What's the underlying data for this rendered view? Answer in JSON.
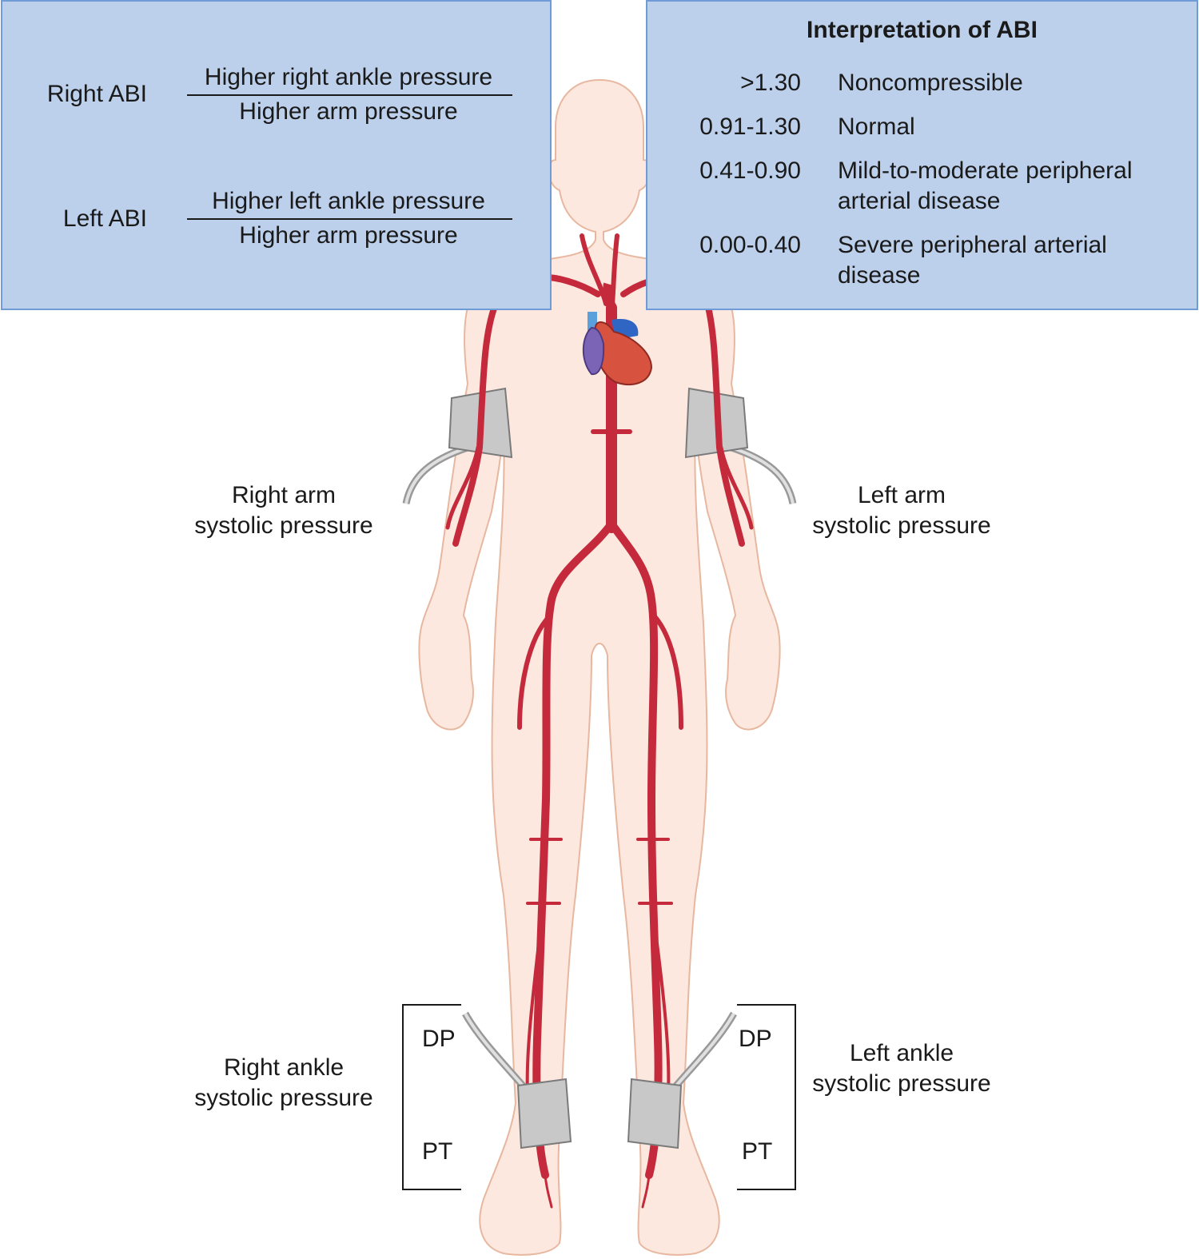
{
  "abi_formula": {
    "right": {
      "label": "Right ABI",
      "numerator": "Higher right ankle pressure",
      "denominator": "Higher arm pressure"
    },
    "left": {
      "label": "Left ABI",
      "numerator": "Higher left ankle pressure",
      "denominator": "Higher arm pressure"
    }
  },
  "interpretation": {
    "title": "Interpretation of ABI",
    "rows": [
      {
        "range": ">1.30",
        "lines": [
          "Noncompressible"
        ]
      },
      {
        "range": "0.91-1.30",
        "lines": [
          "Normal"
        ]
      },
      {
        "range": "0.41-0.90",
        "lines": [
          "Mild-to-moderate peripheral",
          "arterial disease"
        ]
      },
      {
        "range": "0.00-0.40",
        "lines": [
          "Severe peripheral arterial",
          "disease"
        ]
      }
    ]
  },
  "labels": {
    "right_arm": [
      "Right arm",
      "systolic pressure"
    ],
    "left_arm": [
      "Left arm",
      "systolic pressure"
    ],
    "right_ankle": [
      "Right ankle",
      "systolic pressure"
    ],
    "left_ankle": [
      "Left ankle",
      "systolic pressure"
    ],
    "dp": "DP",
    "pt": "PT"
  },
  "colors": {
    "panel_fill": "#bccfeb",
    "panel_border": "#6f9bd6",
    "skin": "#fce8de",
    "skin_outline": "#e7b79f",
    "artery": "#c42a3c",
    "heart": "#d8533f",
    "atrium": "#7b64b5",
    "vein": "#2f66c4",
    "cuff": "#c8c8c8"
  }
}
